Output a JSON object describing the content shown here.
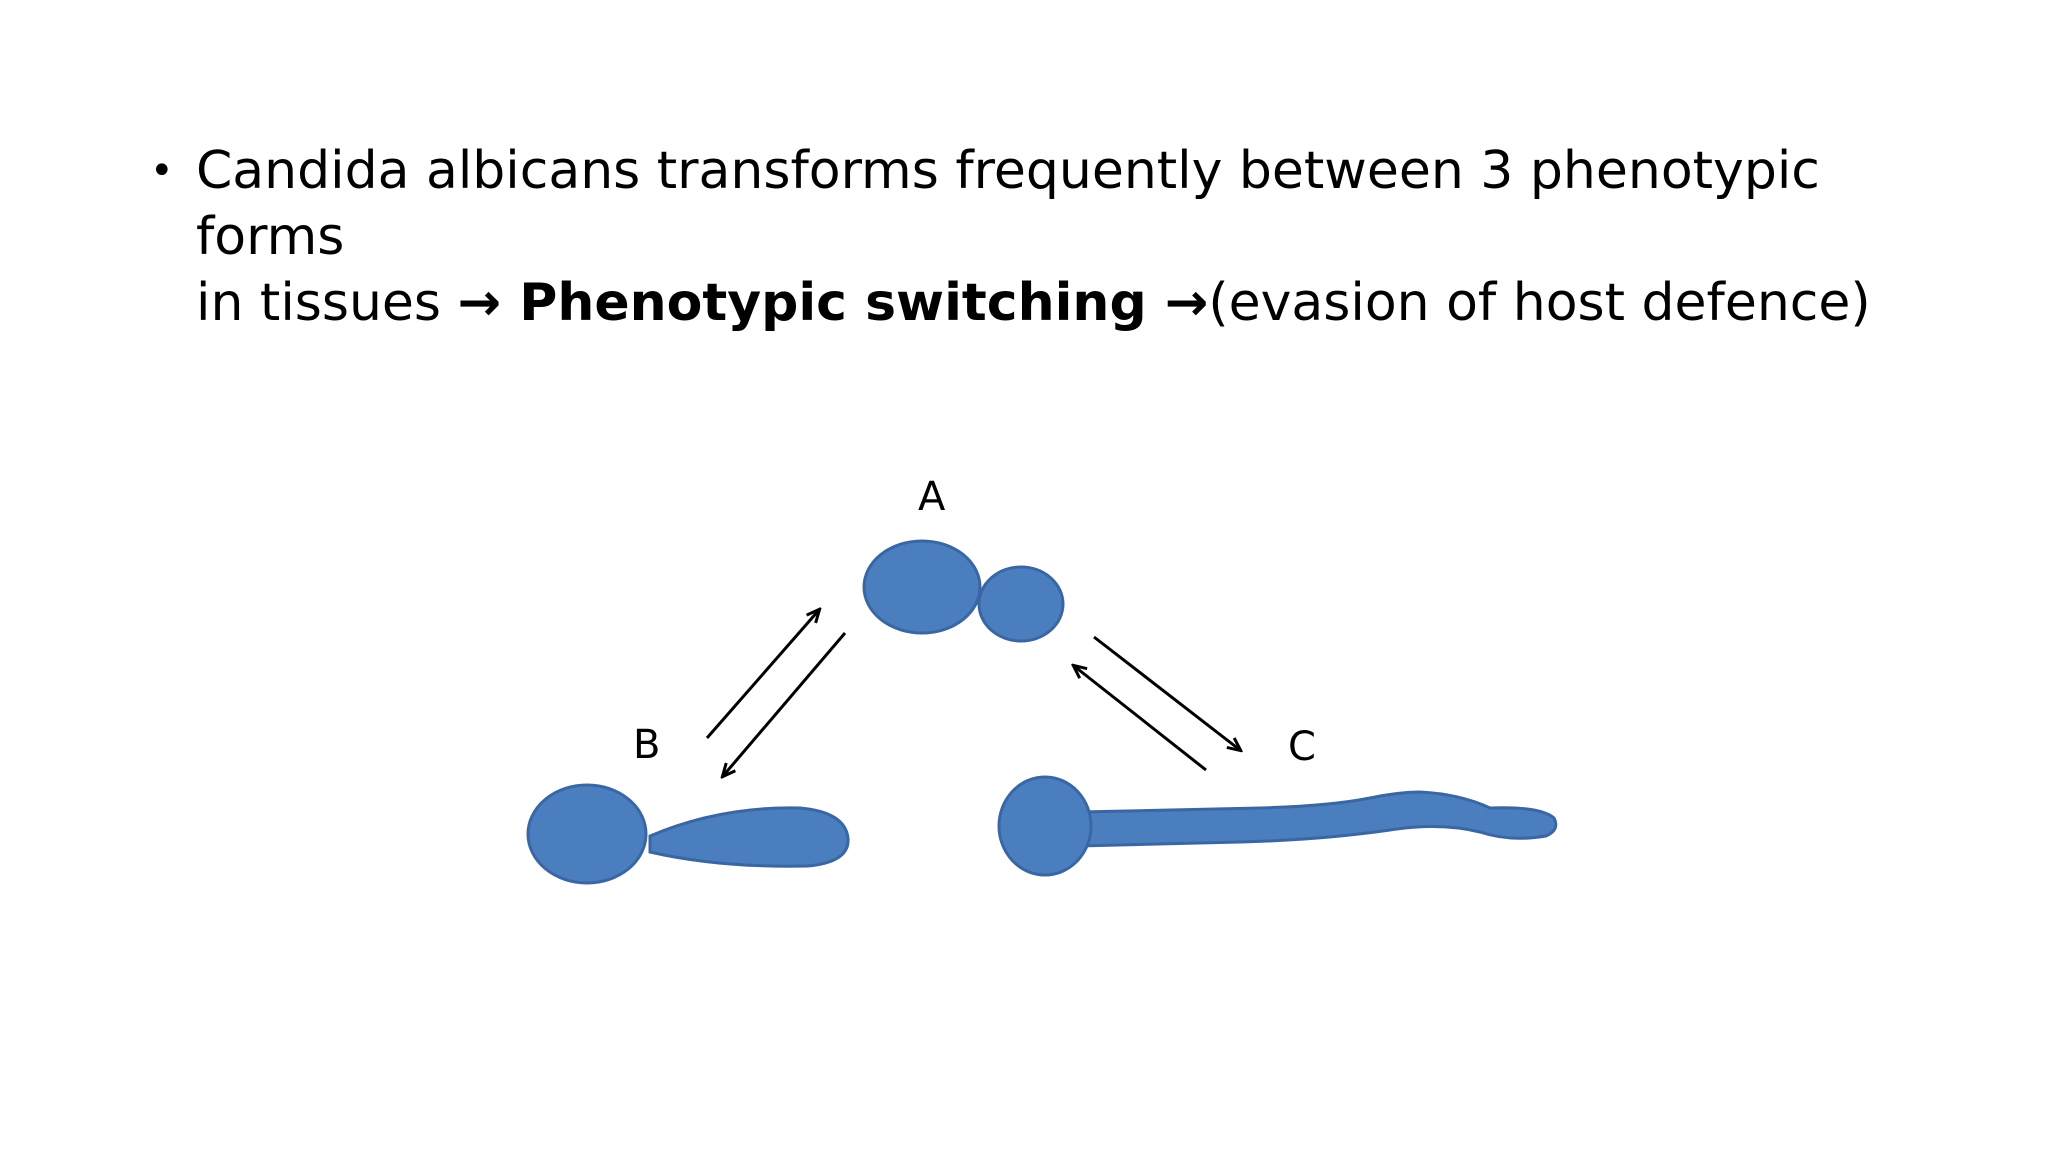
{
  "bullet": {
    "line1": "Candida albicans transforms frequently between 3 phenotypic forms",
    "line2_prefix": "in tissues ",
    "arrow1": "→",
    "bold_term": " Phenotypic switching ",
    "arrow2": "→",
    "line2_suffix": "(evasion of host defence)"
  },
  "diagram": {
    "label_a": "A",
    "label_b": "B",
    "label_c": "C",
    "cell_color": "#4a7ebf",
    "cell_stroke": "#3a67a3",
    "arrow_color": "#000000"
  }
}
